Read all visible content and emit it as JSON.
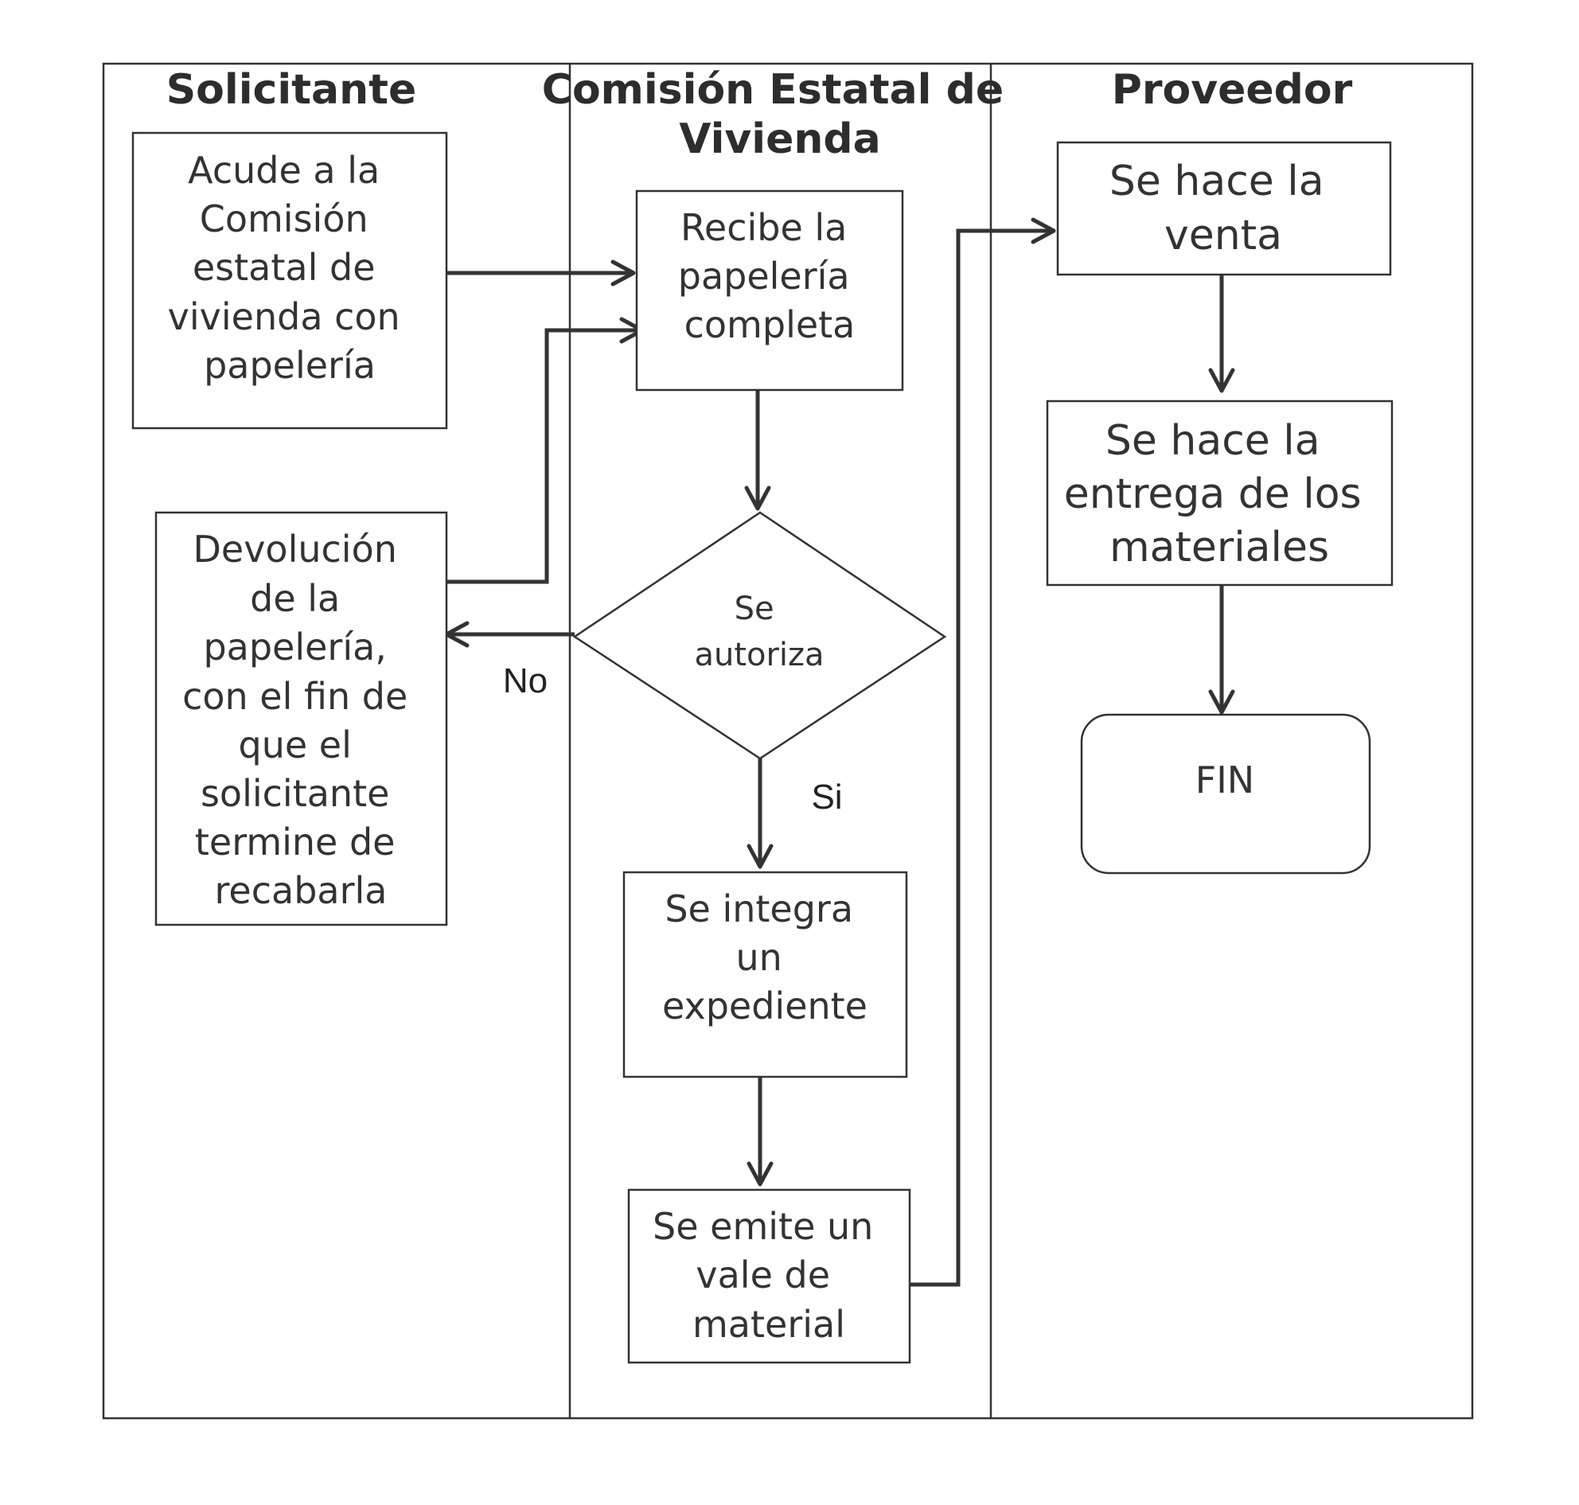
{
  "lanes": [
    {
      "id": "solicitante",
      "title": [
        "Solicitante"
      ]
    },
    {
      "id": "comision",
      "title": [
        "Comisión Estatal de",
        "Vivienda"
      ]
    },
    {
      "id": "proveedor",
      "title": [
        "Proveedor"
      ]
    }
  ],
  "nodes": {
    "acude": {
      "lines": [
        "Acude a la",
        "Comisión",
        "estatal de",
        "vivienda con",
        "papelería"
      ]
    },
    "devolucion": {
      "lines": [
        "Devolución",
        "de la",
        "papelería,",
        "con el fin de",
        "que el",
        "solicitante",
        "termine de",
        "recabarla"
      ]
    },
    "recibe": {
      "lines": [
        "Recibe la",
        "papelería",
        "completa"
      ]
    },
    "autoriza": {
      "lines": [
        "Se",
        "autoriza"
      ]
    },
    "integra": {
      "lines": [
        "Se integra",
        "un",
        "expediente"
      ]
    },
    "emite": {
      "lines": [
        "Se emite un",
        "vale de",
        "material"
      ]
    },
    "venta": {
      "lines": [
        "Se hace la",
        "venta"
      ]
    },
    "entrega": {
      "lines": [
        "Se hace la",
        "entrega de los",
        "materiales"
      ]
    },
    "fin": {
      "lines": [
        "FIN"
      ]
    }
  },
  "edge_labels": {
    "no": "No",
    "si": "Si"
  }
}
